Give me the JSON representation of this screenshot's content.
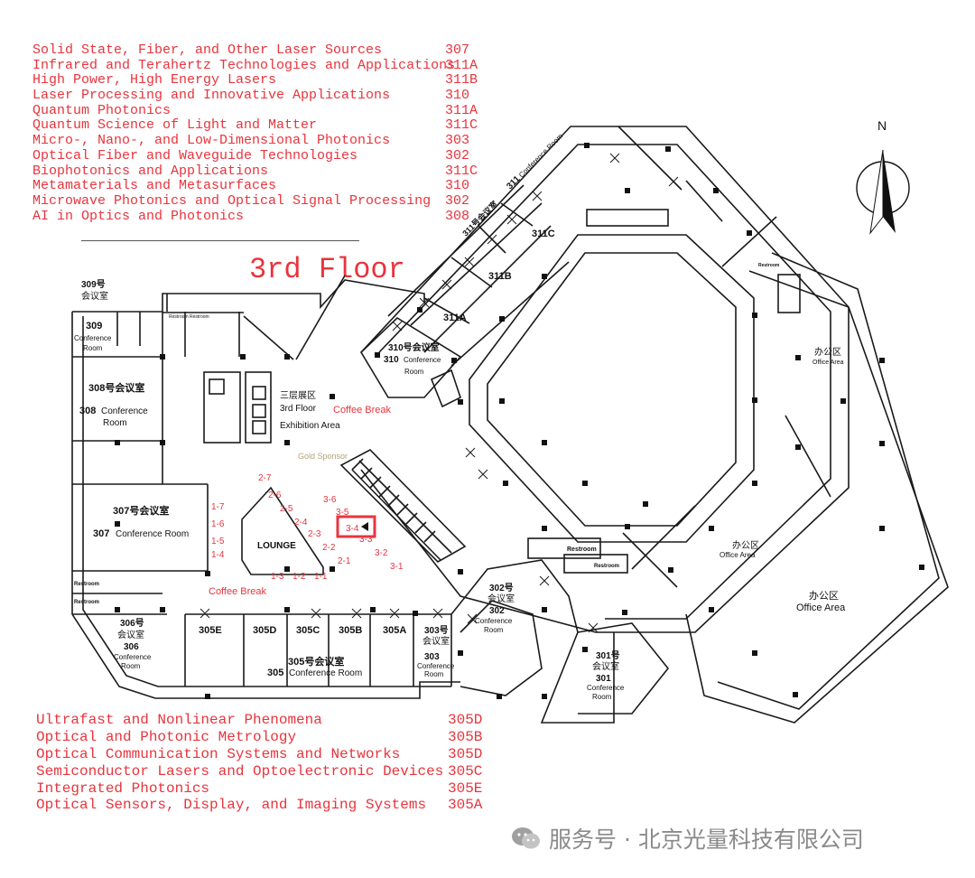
{
  "floor_title": "3rd Floor",
  "north_label": "N",
  "topics_top": [
    {
      "topic": "Solid State, Fiber, and Other Laser Sources",
      "room": "307"
    },
    {
      "topic": "Infrared and Terahertz Technologies and Applications",
      "room": "311A"
    },
    {
      "topic": "High Power, High Energy Lasers",
      "room": "311B"
    },
    {
      "topic": "Laser Processing and Innovative Applications",
      "room": "310"
    },
    {
      "topic": "Quantum Photonics",
      "room": "311A"
    },
    {
      "topic": "Quantum Science of Light and Matter",
      "room": "311C"
    },
    {
      "topic": "Micro-, Nano-, and Low-Dimensional Photonics",
      "room": "303"
    },
    {
      "topic": "Optical Fiber and Waveguide Technologies",
      "room": "302"
    },
    {
      "topic": "Biophotonics and Applications",
      "room": "311C"
    },
    {
      "topic": "Metamaterials and Metasurfaces",
      "room": "310"
    },
    {
      "topic": "Microwave Photonics and Optical Signal Processing",
      "room": "302"
    },
    {
      "topic": "AI in Optics and Photonics",
      "room": "308"
    }
  ],
  "topics_bottom": [
    {
      "topic": "Ultrafast and Nonlinear Phenomena",
      "room": "305D"
    },
    {
      "topic": "Optical and Photonic Metrology",
      "room": "305B"
    },
    {
      "topic": "Optical Communication Systems and Networks",
      "room": "305D"
    },
    {
      "topic": "Semiconductor Lasers and Optoelectronic Devices",
      "room": "305C"
    },
    {
      "topic": "Integrated Photonics",
      "room": "305E"
    },
    {
      "topic": "Optical Sensors, Display, and Imaging Systems",
      "room": "305A"
    }
  ],
  "rooms": {
    "r309_cn": "309号",
    "r309_cn2": "会议室",
    "r309": "309",
    "r309_en": "Conference",
    "r309_en2": "Room",
    "r308": "308",
    "r308_cn": "308号会议室",
    "r308_en": "Conference",
    "r308_en2": "Room",
    "r307_cn": "307号会议室",
    "r307": "307",
    "r307_en": "Conference Room",
    "r306_cn": "306号",
    "r306_cn2": "会议室",
    "r306": "306",
    "r306_en": "Conference",
    "r306_en2": "Room",
    "r305e": "305E",
    "r305d": "305D",
    "r305c": "305C",
    "r305b": "305B",
    "r305a": "305A",
    "r305_cn": "305号会议室",
    "r305": "305",
    "r305_en": "Conference Room",
    "r303_cn": "303号",
    "r303_cn2": "会议室",
    "r303": "303",
    "r303_en": "Conference",
    "r303_en2": "Room",
    "r302_cn": "302号",
    "r302_cn2": "会议室",
    "r302": "302",
    "r302_en": "Conference",
    "r302_en2": "Room",
    "r301_cn": "301号",
    "r301_cn2": "会议室",
    "r301": "301",
    "r301_en": "Conference",
    "r301_en2": "Room",
    "r310_cn": "310号会议室",
    "r310": "310",
    "r310_en": "Conference",
    "r310_en2": "Room",
    "r311_label": "311号会议室",
    "r311_label2": "311",
    "r311_en": "Conference Room",
    "r311a": "311A",
    "r311b": "311B",
    "r311c": "311C",
    "restroom": "Restroom",
    "exhibit_cn": "三层展区",
    "exhibit_en1": "3rd Floor",
    "exhibit_en2": "Exhibition Area",
    "lounge": "LOUNGE",
    "gold_sponsor": "Gold Sponsor",
    "coffee_break": "Coffee Break",
    "office_cn": "办公区",
    "office_en": "Office Area"
  },
  "booths": [
    "1-1",
    "1-2",
    "1-3",
    "1-4",
    "1-5",
    "1-6",
    "1-7",
    "2-1",
    "2-2",
    "2-3",
    "2-4",
    "2-5",
    "2-6",
    "2-7",
    "3-1",
    "3-2",
    "3-3",
    "3-4",
    "3-5",
    "3-6"
  ],
  "highlighted_booth": "3-4",
  "watermark": "服务号 · 北京光量科技有限公司",
  "colors": {
    "accent_red": "#e8343d",
    "line": "#1a1a1a",
    "watermark": "#8a8a8a"
  }
}
